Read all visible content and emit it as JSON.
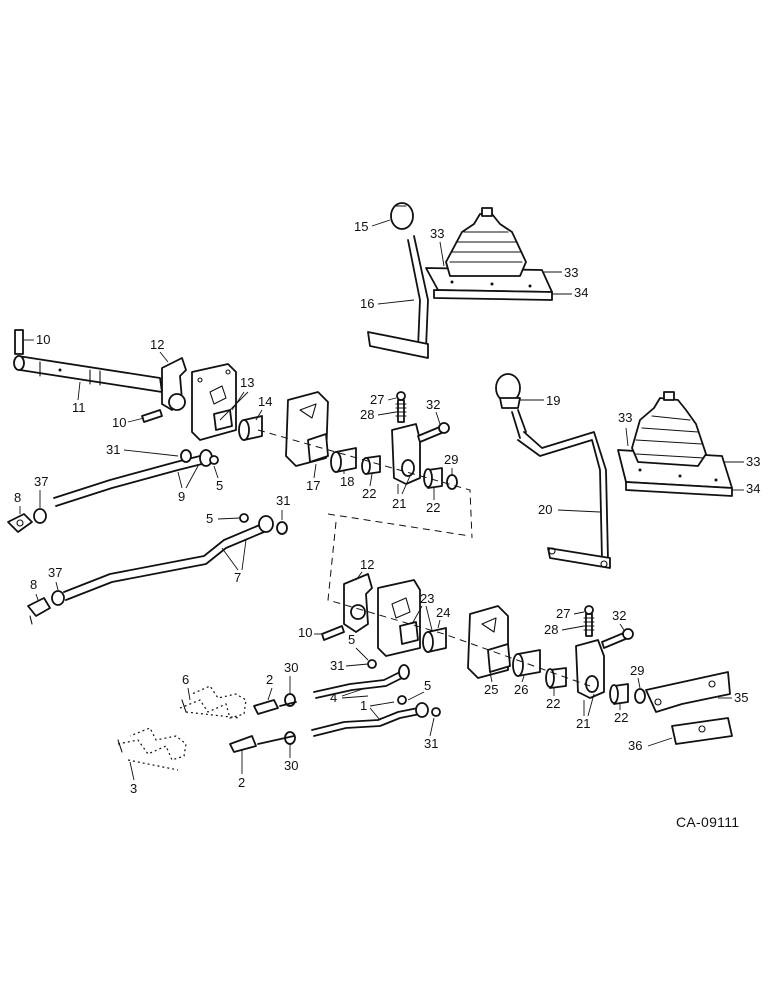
{
  "diagram": {
    "drawing_id": "CA-09111",
    "callouts": [
      "1",
      "2",
      "3",
      "4",
      "5",
      "6",
      "7",
      "8",
      "9",
      "10",
      "11",
      "12",
      "13",
      "14",
      "15",
      "16",
      "17",
      "18",
      "19",
      "20",
      "21",
      "22",
      "23",
      "24",
      "25",
      "26",
      "27",
      "28",
      "29",
      "30",
      "31",
      "32",
      "33",
      "34",
      "35",
      "36",
      "37"
    ]
  }
}
